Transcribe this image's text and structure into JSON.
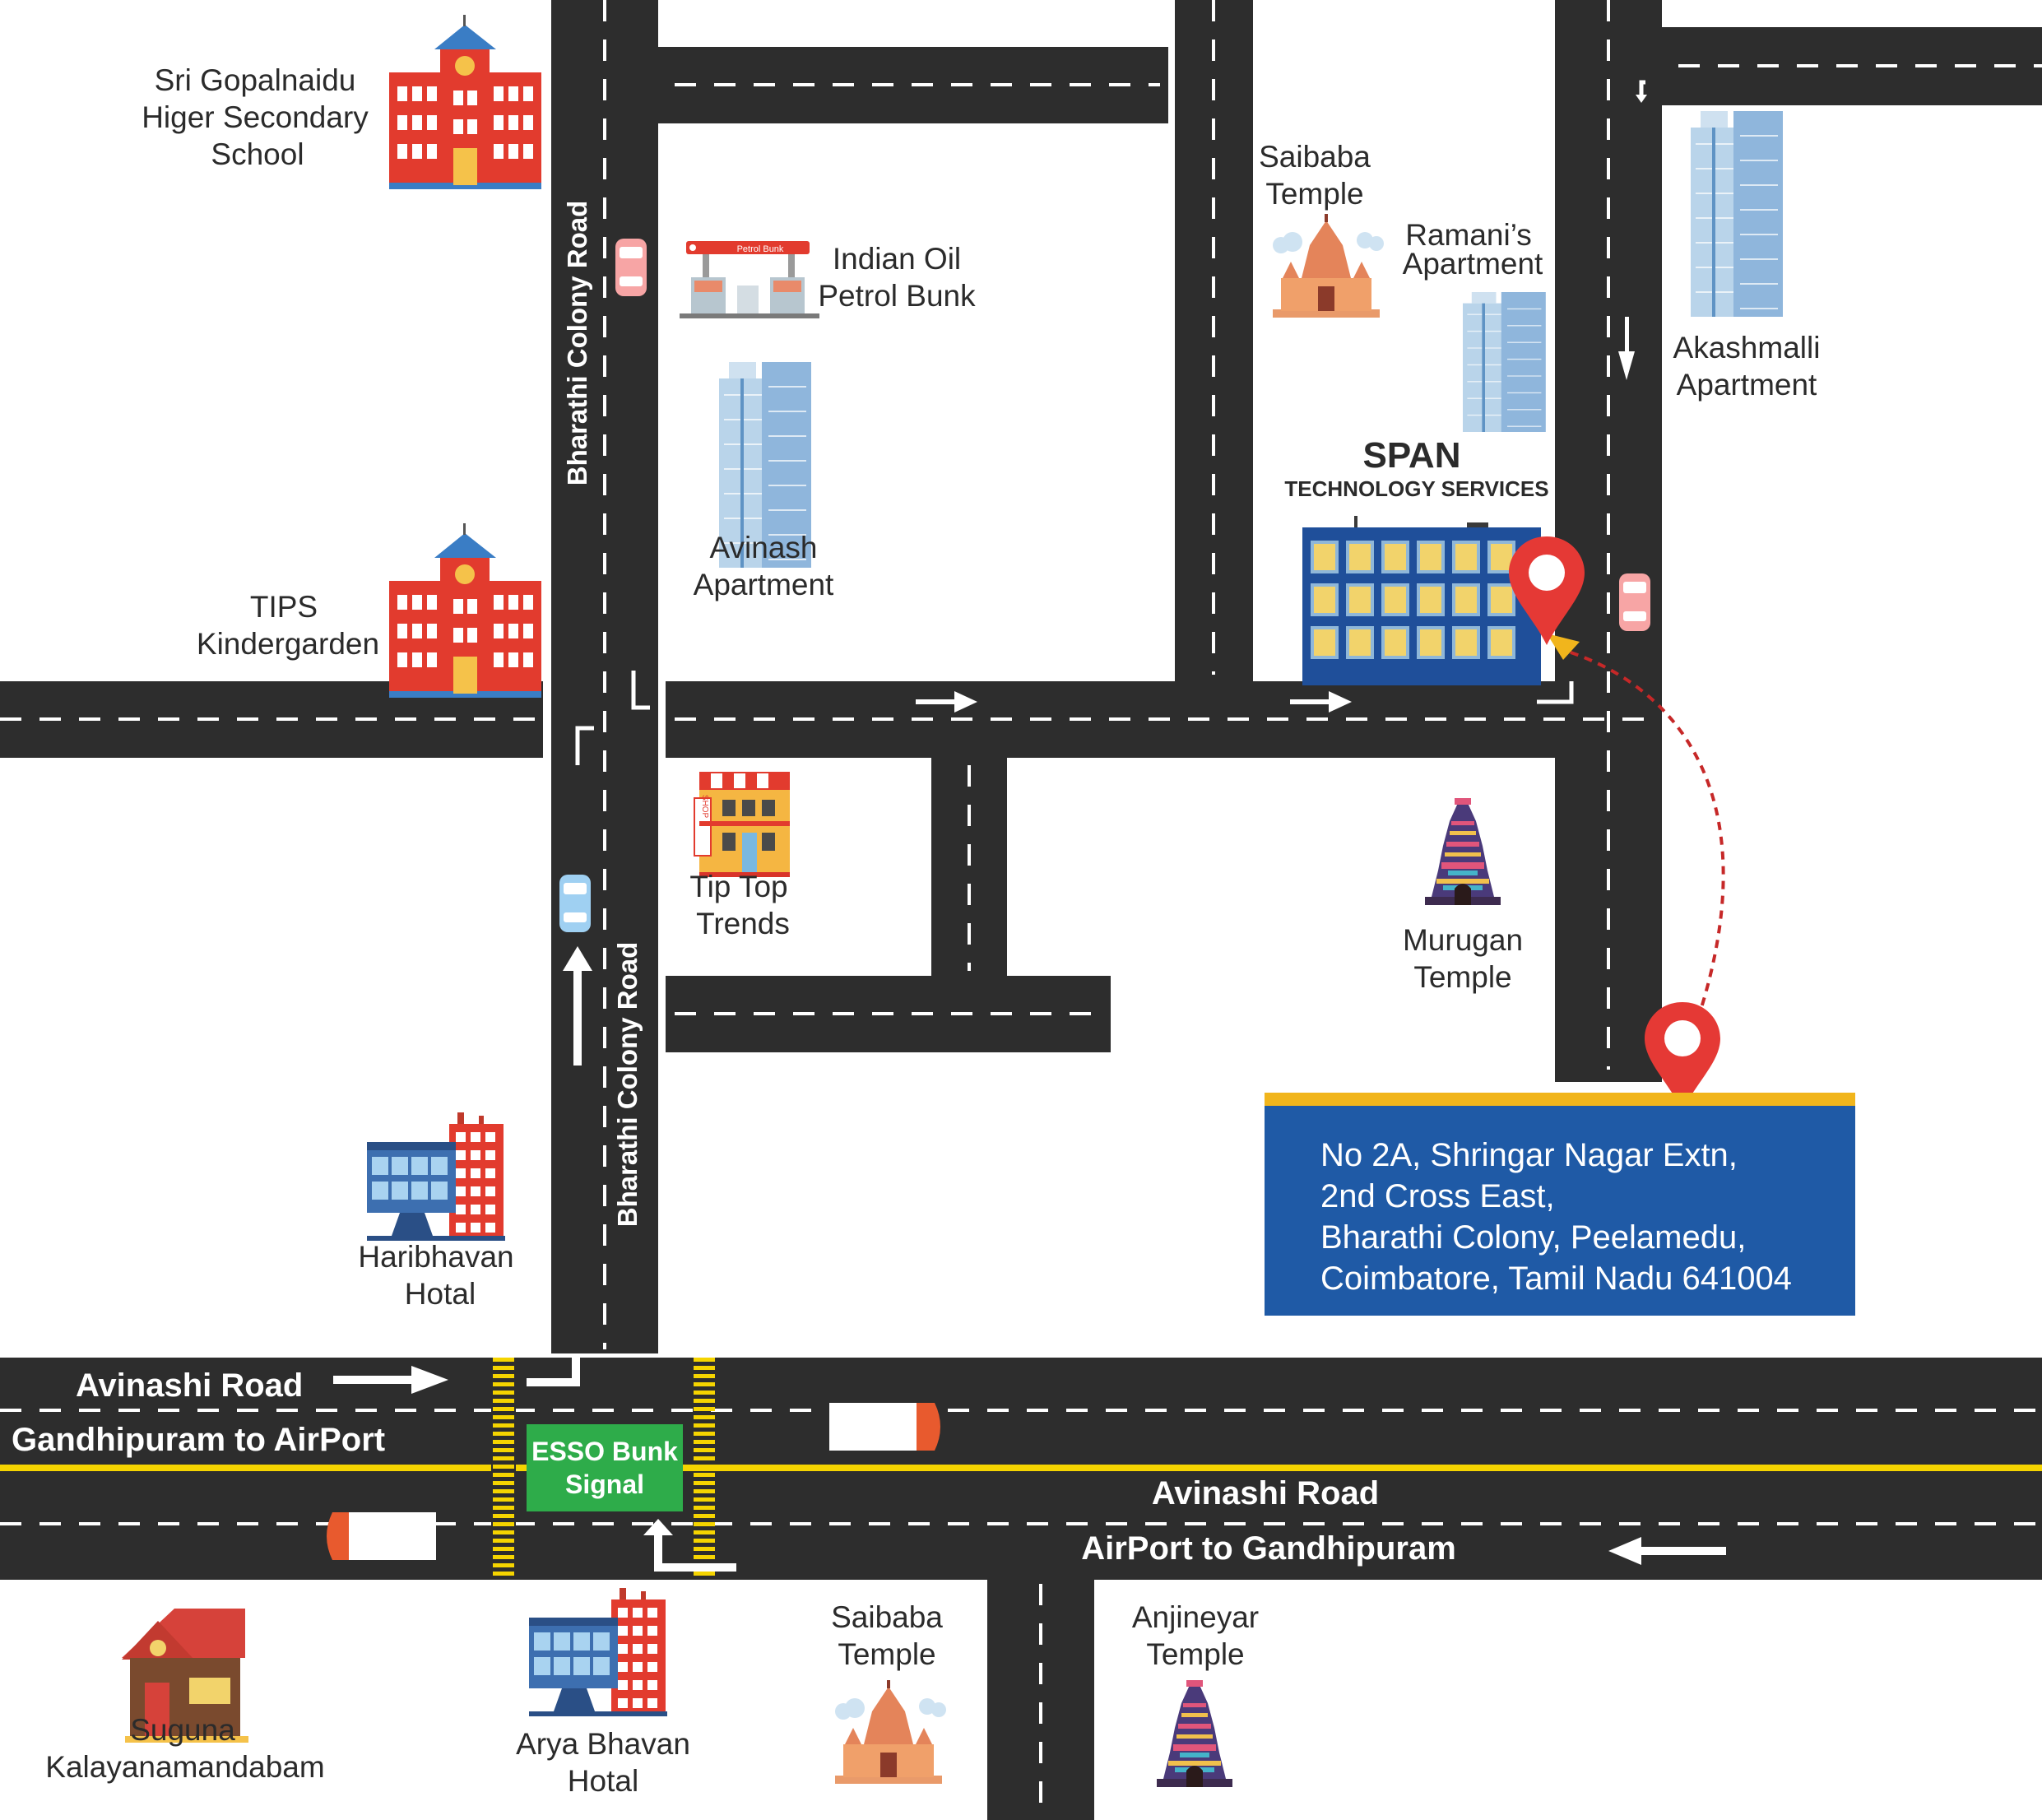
{
  "roads": {
    "bharathi_colony_upper": "Bharathi Colony Road",
    "bharathi_colony_lower": "Bharathi Colony Road",
    "avinashi_north_name": "Avinashi Road",
    "avinashi_north_direction": "Gandhipuram to AirPort",
    "avinashi_south_name": "Avinashi Road",
    "avinashi_south_direction": "AirPort to Gandhipuram"
  },
  "signal": {
    "line1": "ESSO Bunk",
    "line2": "Signal",
    "color": "#2eac4a"
  },
  "landmarks": {
    "school": [
      "Sri Gopalnaidu",
      "Higer Secondary",
      "School"
    ],
    "petrol": [
      "Indian Oil",
      "Petrol Bunk"
    ],
    "petrol_sign": "Petrol Bunk",
    "avinash": [
      "Avinash",
      "Apartment"
    ],
    "tips": [
      "TIPS",
      "Kindergarden"
    ],
    "saibaba_north": [
      "Saibaba",
      "Temple"
    ],
    "ramani": [
      "Ramani’s",
      "Apartment"
    ],
    "akashmalli": [
      "Akashmalli",
      "Apartment"
    ],
    "span_title": "SPAN",
    "span_sub": "TECHNOLOGY SERVICES",
    "tiptop": [
      "Tip Top",
      "Trends"
    ],
    "shop_sign": "SHOP",
    "murugan": [
      "Murugan",
      "Temple"
    ],
    "haribhavan": [
      "Haribhavan",
      "Hotal"
    ],
    "suguna": [
      "Suguna",
      "Kalayanamandabam"
    ],
    "arya": [
      "Arya Bhavan",
      "Hotal"
    ],
    "saibaba_south": [
      "Saibaba",
      "Temple"
    ],
    "anjineyar": [
      "Anjineyar",
      "Temple"
    ]
  },
  "address": {
    "line1": "No 2A, Shringar Nagar Extn,",
    "line2": "2nd Cross East,",
    "line3": "Bharathi Colony, Peelamedu,",
    "line4": "Coimbatore, Tamil Nadu 641004"
  },
  "colors": {
    "road": "#2d2d2d",
    "address_box": "#1f5aa6",
    "address_border": "#f1b51c",
    "marker": "#e53935",
    "route": "#c62828",
    "center_line": "#f5d400"
  },
  "icons": [
    "school-icon",
    "petrol-pump-icon",
    "apartment-icon",
    "temple-icon",
    "gopuram-icon",
    "office-building-icon",
    "shop-icon",
    "hotel-icon",
    "house-icon",
    "car-icon",
    "truck-icon",
    "location-pin-icon",
    "arrow-icon"
  ]
}
